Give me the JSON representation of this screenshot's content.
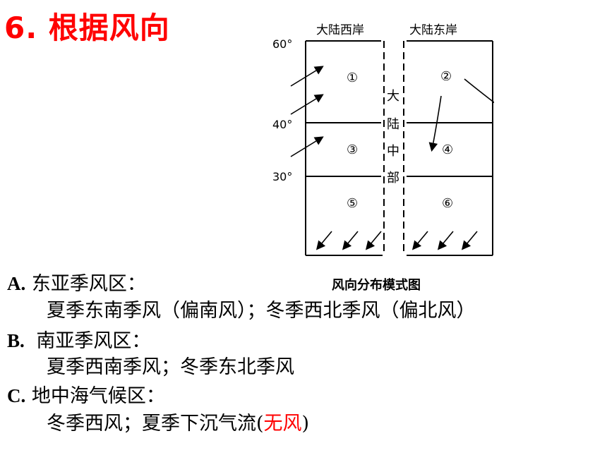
{
  "title": "6. 根据风向",
  "diagram": {
    "col_left": "大陆西岸",
    "col_right": "大陆东岸",
    "center_chars": [
      "大",
      "陆",
      "中",
      "部"
    ],
    "lat_labels": [
      "60°",
      "40°",
      "30°"
    ],
    "regions": [
      "①",
      "②",
      "③",
      "④",
      "⑤",
      "⑥"
    ]
  },
  "caption": "风向分布模式图",
  "options": {
    "a_letter": "A.",
    "a_head": "东亚季风区：",
    "a_body": "夏季东南季风（偏南风）；冬季西北季风（偏北风）",
    "b_letter": "B.",
    "b_head": "南亚季风区：",
    "b_body": "夏季西南季风；冬季东北季风",
    "c_letter": "C.",
    "c_head": "地中海气候区：",
    "c_body_pre": "冬季西风；夏季下沉气流(",
    "c_body_red": "无风",
    "c_body_post": ")"
  },
  "colors": {
    "title": "#ff0000",
    "highlight": "#ff0000"
  }
}
